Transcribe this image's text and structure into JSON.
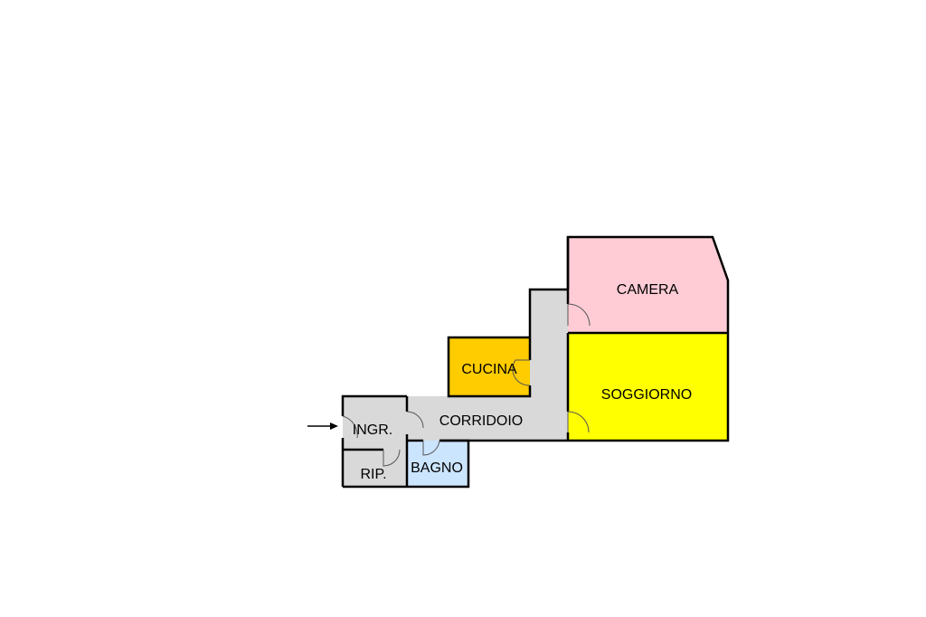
{
  "floorplan": {
    "rooms": [
      {
        "id": "camera",
        "label": "CAMERA",
        "fill": "#FFCCD5"
      },
      {
        "id": "soggiorno",
        "label": "SOGGIORNO",
        "fill": "#FFFF00"
      },
      {
        "id": "cucina",
        "label": "CUCINA",
        "fill": "#FFCC00"
      },
      {
        "id": "corridoio",
        "label": "CORRIDOIO",
        "fill": "#D9D9D9"
      },
      {
        "id": "ingresso",
        "label": "INGR.",
        "fill": "#D9D9D9"
      },
      {
        "id": "ripostiglio",
        "label": "RIP.",
        "fill": "#D9D9D9"
      },
      {
        "id": "bagno",
        "label": "BAGNO",
        "fill": "#CCE5FF"
      }
    ],
    "entrance_icon": "arrow-right-icon",
    "door_icon": "door-swing-icon",
    "wall_color": "#000000"
  }
}
